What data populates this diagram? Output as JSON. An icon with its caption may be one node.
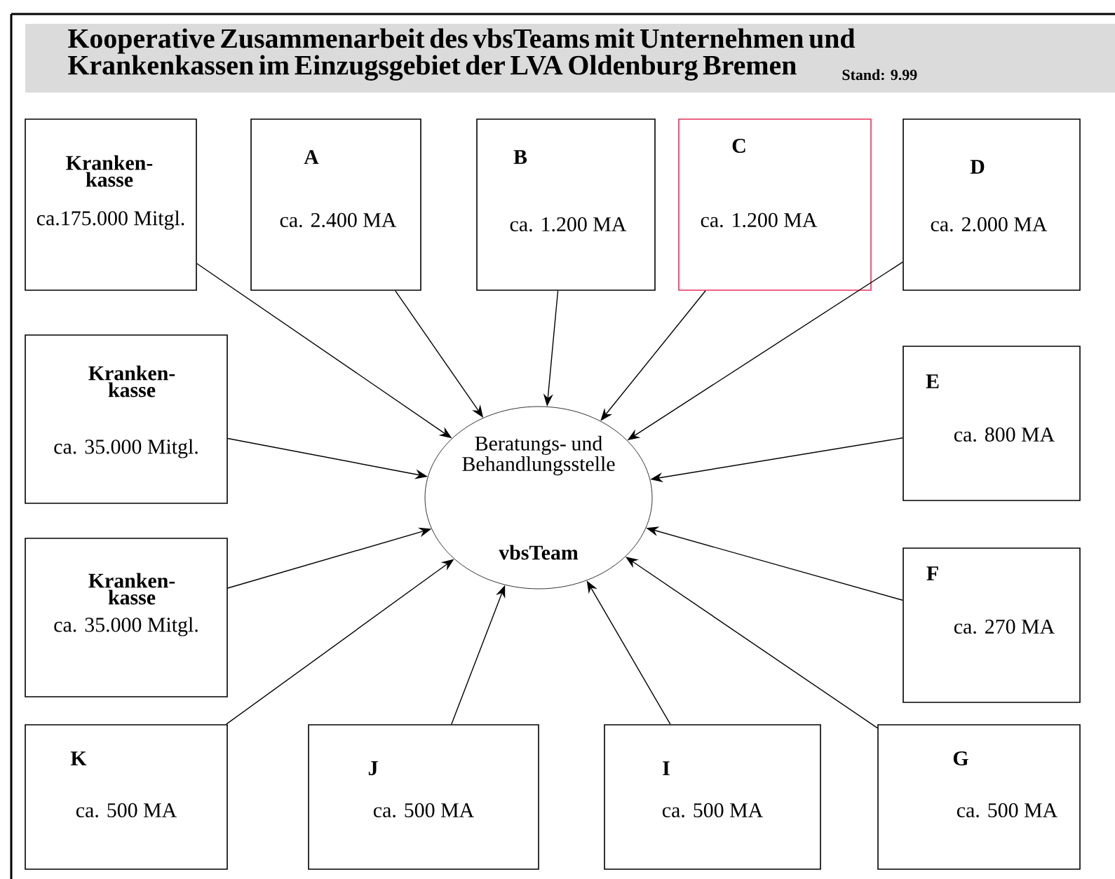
{
  "diagram": {
    "title": "Kooperative Zusammenarbeit des vbsTeams mit Unternehmen und Krankenkassen im Einzugsgebiet der LVA Oldenburg Bremen",
    "nodes": [
      {
        "text": [
          "Kranken- kasse",
          "ca.175.000 Mitgl."
        ]
      },
      {
        "text": [
          "A",
          "ca. 2.400 MA"
        ]
      },
      {
        "text": [
          "B",
          "ca. 1.200 MA"
        ]
      },
      {
        "text": [
          "C",
          "ca. 1.200 MA"
        ]
      },
      {
        "text": [
          "D",
          "ca. 2.000 MA"
        ]
      },
      {
        "text": [
          "Kranken- kasse",
          "ca. 35.000 Mitgl."
        ]
      },
      {
        "text": [
          "Beratungs- und Behandlungsstelle",
          "vbsTeam"
        ]
      },
      {
        "text": [
          "E",
          "ca. 800 MA"
        ]
      },
      {
        "text": [
          "Kranken- kasse",
          "ca. 35.000 Mitgl."
        ]
      },
      {
        "text": [
          "F",
          "ca. 270 MA"
        ]
      },
      {
        "text": [
          "K",
          "ca. 500 MA"
        ]
      },
      {
        "text": [
          "J",
          "ca. 500 MA"
        ]
      },
      {
        "text": [
          "I",
          "ca. 500 MA"
        ]
      },
      {
        "text": [
          "G",
          "ca. 500 MA"
        ]
      }
    ],
    "edges": [
      {
        "from": 0,
        "to": 6,
        "arrow": "to"
      },
      {
        "from": 1,
        "to": 6,
        "arrow": "to"
      },
      {
        "from": 2,
        "to": 6,
        "arrow": "to"
      },
      {
        "from": 3,
        "to": 6,
        "arrow": "to"
      },
      {
        "from": 4,
        "to": 6,
        "arrow": "to"
      },
      {
        "from": 5,
        "to": 6,
        "arrow": "to"
      },
      {
        "from": 7,
        "to": 6,
        "arrow": "to"
      },
      {
        "from": 8,
        "to": 6,
        "arrow": "to"
      },
      {
        "from": 9,
        "to": 6,
        "arrow": "to"
      },
      {
        "from": 10,
        "to": 6,
        "arrow": "to"
      },
      {
        "from": 11,
        "to": 6,
        "arrow": "to"
      },
      {
        "from": 12,
        "to": 6,
        "arrow": "to"
      },
      {
        "from": 13,
        "to": 6,
        "arrow": "to"
      }
    ],
    "labels": [
      "Stand: 9.99"
    ]
  }
}
